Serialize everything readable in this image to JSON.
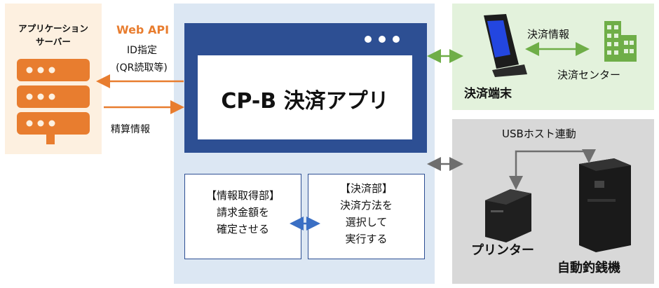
{
  "colors": {
    "orange": "#e87d2f",
    "server_panel": "#fdf0e0",
    "app_panel": "#dce7f3",
    "app_window": "#2d4f93",
    "green_panel": "#e3f2dc",
    "green": "#6fae48",
    "gray_panel": "#d8d8d8",
    "gray_arrow": "#6e6e6e",
    "blue_arrow": "#3a6fc4"
  },
  "server": {
    "title_line1": "アプリケーション",
    "title_line2": "サーバー",
    "icon": "server-stack-icon"
  },
  "webapi": {
    "title": "Web API",
    "line1": "ID指定",
    "line2": "(QR読取等)",
    "settlement": "精算情報"
  },
  "app": {
    "title": "CP-B 決済アプリ",
    "info_box": [
      "【情報取得部】",
      "請求金額を",
      "確定させる"
    ],
    "pay_box": [
      "【決済部】",
      "決済方法を",
      "選択して",
      "実行する"
    ]
  },
  "terminal": {
    "label": "決済端末",
    "info": "決済情報",
    "center": "決済センター",
    "icon": "building-icon"
  },
  "devices": {
    "usb": "USBホスト連動",
    "printer": "プリンター",
    "changer": "自動釣銭機"
  }
}
